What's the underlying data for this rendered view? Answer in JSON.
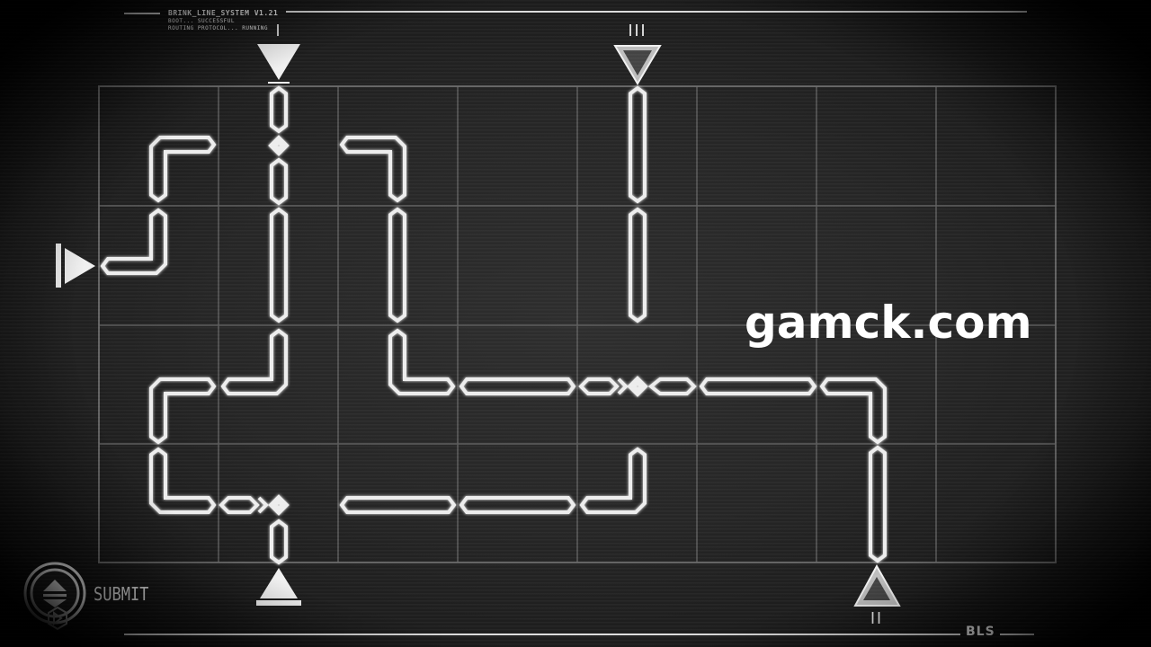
{
  "system": {
    "title": "BRINK_LINE_SYSTEM V1.21",
    "status_line1": "BOOT... SUCCESSFUL",
    "status_line2": "ROUTING PROTOCOL... RUNNING"
  },
  "ports": {
    "top_left_label": "I",
    "top_right_label": "III",
    "bottom_right_label": "II"
  },
  "controls": {
    "submit_label": "SUBMIT"
  },
  "brand": "BLS",
  "watermark": "gamck.com",
  "colors": {
    "line": "#e6e6e6",
    "grid": "#7a7a7a",
    "background": "#2a2a2a"
  },
  "pieces": [
    {
      "type": "corner-down-right"
    },
    {
      "type": "straight-vertical"
    },
    {
      "type": "corner-down-left"
    },
    {
      "type": "straight-vertical"
    },
    {
      "type": "corner-up-left"
    },
    {
      "type": "straight-vertical"
    },
    {
      "type": "straight-vertical"
    },
    {
      "type": "straight-vertical"
    },
    {
      "type": "corner-up-left"
    },
    {
      "type": "corner-up-right"
    },
    {
      "type": "straight-horizontal"
    },
    {
      "type": "diamond-junction"
    },
    {
      "type": "straight-horizontal"
    },
    {
      "type": "corner-down-left"
    },
    {
      "type": "corner-down-right"
    },
    {
      "type": "corner-up-right"
    },
    {
      "type": "diamond-junction"
    },
    {
      "type": "straight-horizontal"
    },
    {
      "type": "straight-horizontal"
    },
    {
      "type": "corner-up-left"
    },
    {
      "type": "straight-vertical"
    }
  ]
}
